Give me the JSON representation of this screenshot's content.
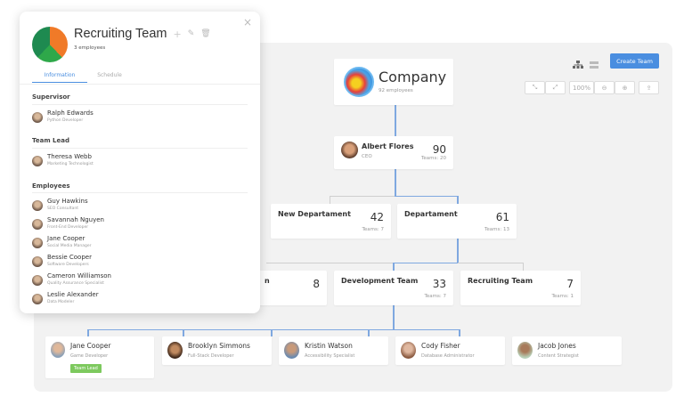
{
  "toolbar": {
    "create_team": "Create Team",
    "zoom": "100%",
    "icons": [
      "hierarchy-view-icon",
      "list-view-icon",
      "collapse-icon",
      "expand-icon",
      "zoom-out-icon",
      "zoom-in-icon",
      "export-icon"
    ]
  },
  "company": {
    "name": "Company",
    "employees": "92 employees"
  },
  "ceo": {
    "name": "Albert Flores",
    "role": "CEO",
    "count": "90",
    "teams": "Teams: 20"
  },
  "departments": [
    {
      "name": "New Departament",
      "count": "42",
      "teams": "Teams: 7"
    },
    {
      "name": "Departament",
      "count": "61",
      "teams": "Teams: 13"
    }
  ],
  "teams": [
    {
      "name": "n",
      "count": "8",
      "teams": ""
    },
    {
      "name": "Development Team",
      "count": "33",
      "teams": "Teams: 7"
    },
    {
      "name": "Recruiting Team",
      "count": "7",
      "teams": "Teams: 1"
    }
  ],
  "members": [
    {
      "name": "Jane Cooper",
      "role": "Game Developer",
      "badge": "Team Lead"
    },
    {
      "name": "Brooklyn Simmons",
      "role": "Full-Stack Developer"
    },
    {
      "name": "Kristin Watson",
      "role": "Accessibility Specialist"
    },
    {
      "name": "Cody Fisher",
      "role": "Database Administrator"
    },
    {
      "name": "Jacob Jones",
      "role": "Content Strategist"
    }
  ],
  "popup": {
    "title": "Recruiting Team",
    "subtitle": "3 employees",
    "tabs": [
      {
        "label": "Information",
        "active": true
      },
      {
        "label": "Schedule",
        "active": false
      }
    ],
    "supervisor_label": "Supervisor",
    "supervisor": {
      "name": "Ralph Edwards",
      "role": "Python Developer"
    },
    "lead_label": "Team Lead",
    "lead": {
      "name": "Theresa Webb",
      "role": "Marketing Technologist"
    },
    "employees_label": "Employees",
    "employees": [
      {
        "name": "Guy Hawkins",
        "role": "SEO Consultant"
      },
      {
        "name": "Savannah Nguyen",
        "role": "Front-End Developer"
      },
      {
        "name": "Jane Cooper",
        "role": "Social Media Manager"
      },
      {
        "name": "Bessie Cooper",
        "role": "Software Developers"
      },
      {
        "name": "Cameron Williamson",
        "role": "Quality Assurance Specialist"
      },
      {
        "name": "Leslie Alexander",
        "role": "Data Modeler"
      }
    ]
  },
  "colors": {
    "accent": "#4a8ee0",
    "badge": "#7dc95e",
    "line": "#7fa8e0"
  }
}
